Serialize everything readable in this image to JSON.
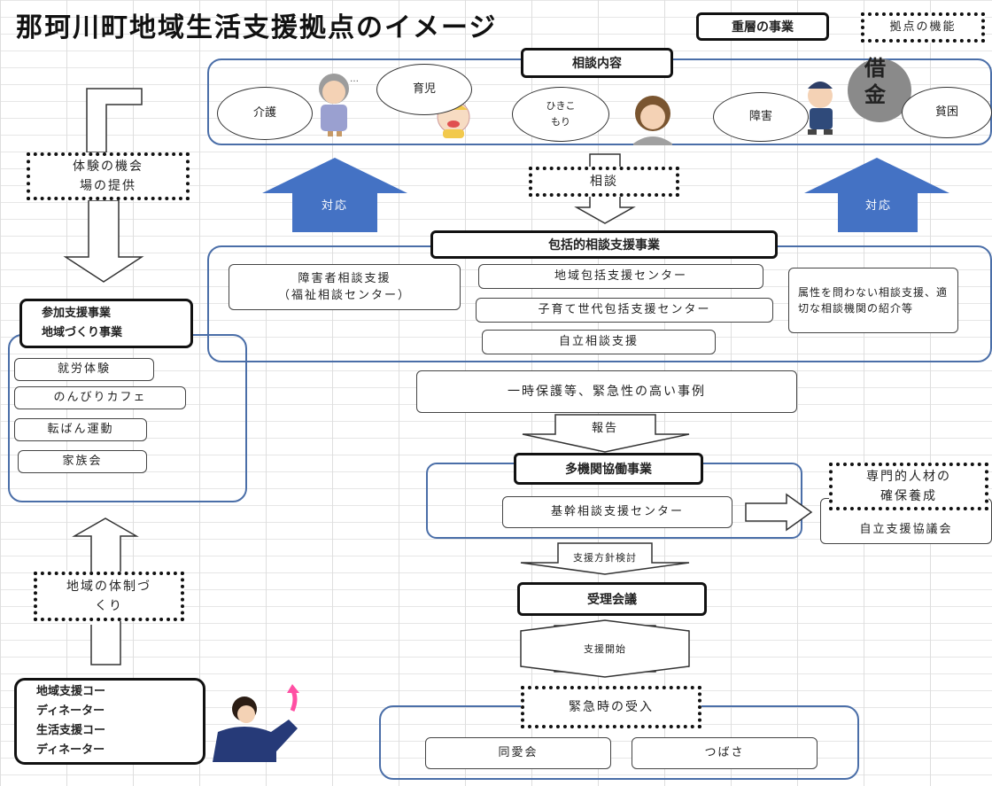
{
  "title": "那珂川町地域生活支援拠点のイメージ",
  "legend": {
    "layered": "重層の事業",
    "function": "拠点の機能"
  },
  "consultation": {
    "header": "相談内容",
    "items": [
      "介護",
      "育児",
      "ひきこ\nもり",
      "障害",
      "貧困"
    ],
    "debt_sign": "借\n金"
  },
  "arrows": {
    "respond": "対応",
    "consult": "相談",
    "report": "報告",
    "policy": "支援方針検討",
    "start": "支援開始"
  },
  "comprehensive": {
    "header": "包括的相談支援事業",
    "items": [
      "障害者相談支援\n（福祉相談センター）",
      "地域包括支援センター",
      "子育て世代包括支援センター",
      "自立相談支援",
      "属性を問わない相談支援、適切な相談機関の紹介等"
    ]
  },
  "left": {
    "experience": "体験の機会\n場の提供",
    "participation_header": "参加支援事業\n地域づくり事業",
    "participation_items": [
      "就労体験",
      "のんびりカフェ",
      "転ばん運動",
      "家族会"
    ],
    "community": "地域の体制づ\nくり",
    "coordinator": "地域支援コー\nディネーター\n生活支援コー\nディネーター"
  },
  "emergency_cases": "一時保護等、緊急性の高い事例",
  "multi_agency": {
    "header": "多機関協働事業",
    "center": "基幹相談支援センター",
    "specialist": "専門的人材の\n確保養成",
    "council": "自立支援協議会"
  },
  "acceptance_meeting": "受理会議",
  "emergency": {
    "header": "緊急時の受入",
    "facilities": [
      "同愛会",
      "つばさ"
    ]
  },
  "colors": {
    "arrow_blue": "#4472c4",
    "region_border": "#4a6ea8"
  }
}
